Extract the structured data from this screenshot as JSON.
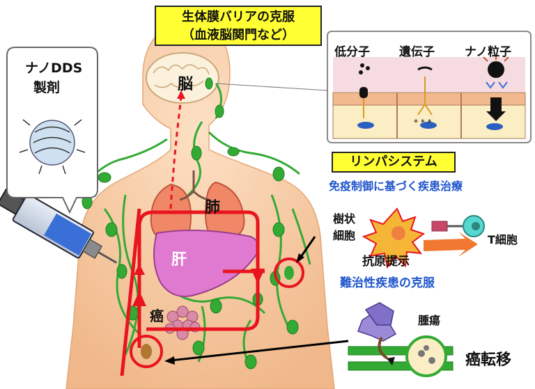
{
  "barrier": {
    "title_line1": "生体膜バリアの克服",
    "title_line2": "（血液脳関門など）",
    "col_small_molecule": "低分子",
    "col_gene": "遺伝子",
    "col_nanoparticle": "ナノ粒子"
  },
  "nanodds": {
    "line1": "ナノDDS",
    "line2": "製剤"
  },
  "organs": {
    "brain": "脳",
    "lung": "肺",
    "liver": "肝",
    "cancer": "癌"
  },
  "lymph": {
    "title": "リンパシステム",
    "immune_therapy": "免疫制御に基づく疾患治療",
    "dendritic_line1": "樹状",
    "dendritic_line2": "細胞",
    "t_cell": "T細胞",
    "antigen_presentation": "抗原提示",
    "intractable": "難治性疾患の克服",
    "tumor": "腫瘍",
    "metastasis": "癌転移"
  },
  "colors": {
    "skin": "#f5c49a",
    "red": "#e8141e",
    "green": "#33aa33",
    "liver": "#e07ad0",
    "lung": "#f08868",
    "yellow": "#ffff33",
    "blue_text": "#1f55cc"
  }
}
